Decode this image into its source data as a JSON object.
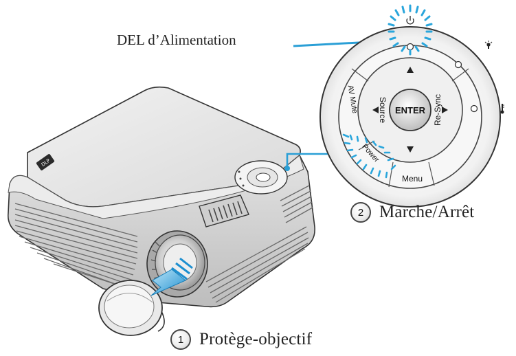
{
  "labels": {
    "led": "DEL d’Alimentation",
    "step2_number": "2",
    "step2_text": "Marche/Arrêt",
    "step1_number": "1",
    "step1_text": "Protège-objectif"
  },
  "keypad": {
    "enter": "ENTER",
    "source": "Source",
    "resync": "Re-Sync",
    "av_mute": "AV Mute",
    "power": "Power",
    "menu": "Menu"
  },
  "colors": {
    "callout_line": "#2a9fd6",
    "led_glow": "#2aa6dc",
    "outline": "#333333"
  },
  "icons": {
    "power_led": "power-led-icon",
    "lamp_led": "lamp-led-icon",
    "temp_led": "temp-led-icon"
  }
}
